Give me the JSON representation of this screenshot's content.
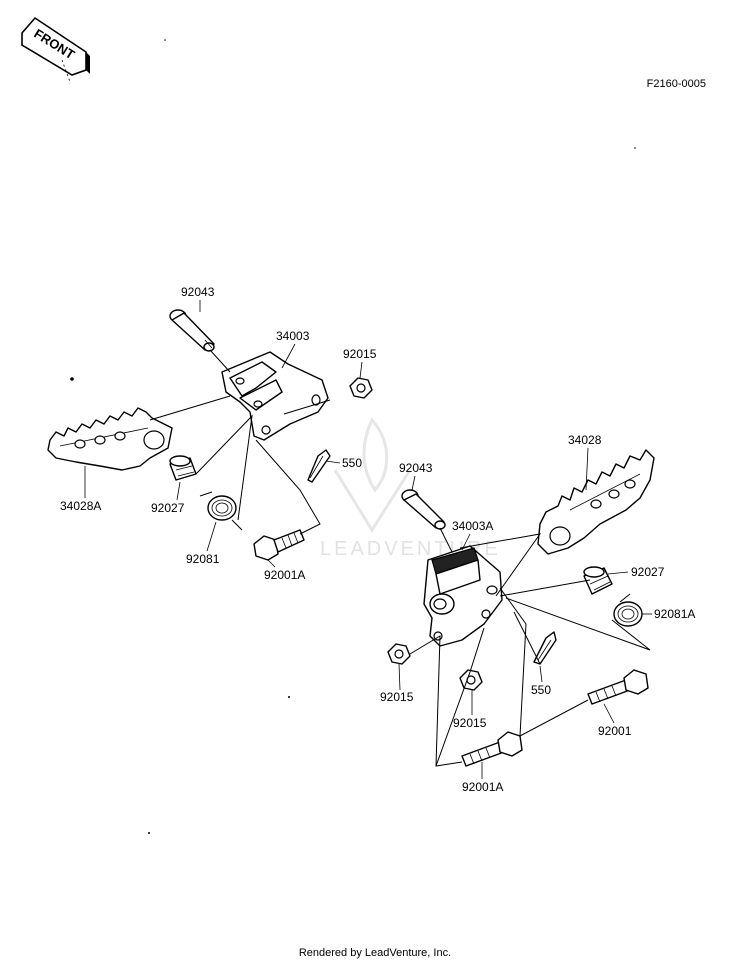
{
  "ref_code": "F2160-0005",
  "front_label": "FRONT",
  "watermark": "LEADVENTURE",
  "footer": "Rendered by LeadVenture, Inc.",
  "callouts": {
    "left_92043": "92043",
    "left_34003": "34003",
    "left_92015": "92015",
    "left_34028A": "34028A",
    "left_550": "550",
    "left_92027": "92027",
    "left_92081": "92081",
    "left_92001A": "92001A",
    "right_92043": "92043",
    "right_34003A": "34003A",
    "right_34028": "34028",
    "right_92027": "92027",
    "right_92081A": "92081A",
    "right_550": "550",
    "right_92015a": "92015",
    "right_92015b": "92015",
    "right_92001": "92001",
    "right_92001A": "92001A"
  }
}
